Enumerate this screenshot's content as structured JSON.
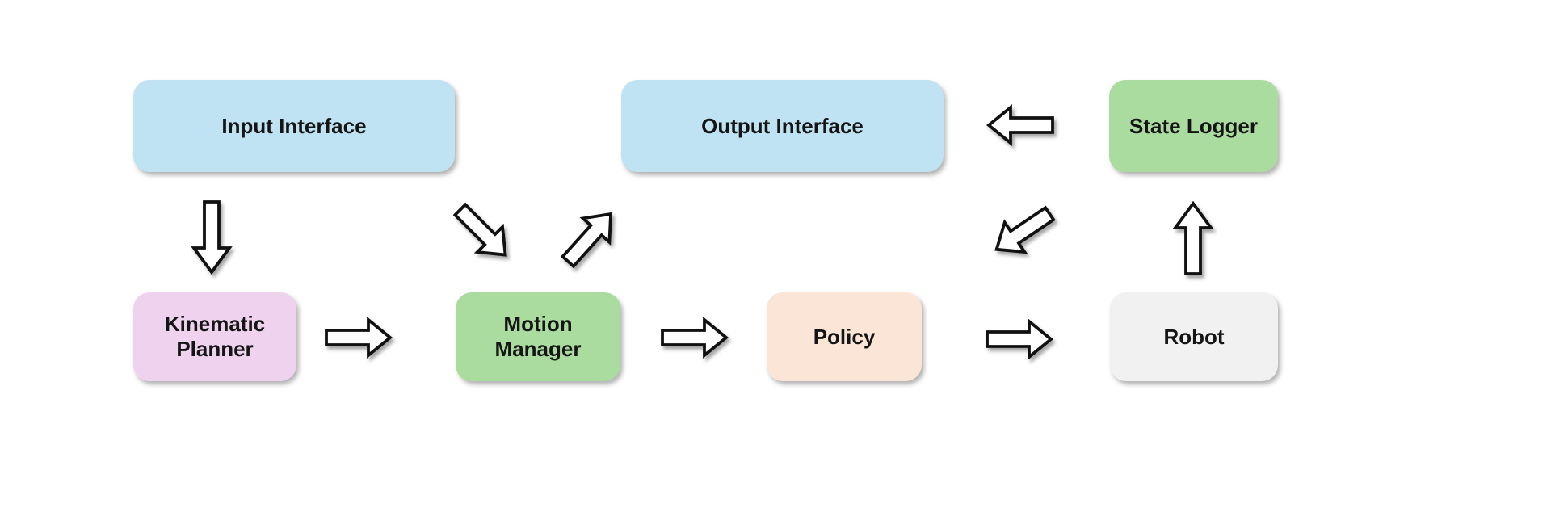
{
  "palette": {
    "canvas-bg": "#ffffff",
    "node-blue": "#bfe3f2",
    "node-green": "#abdc9f",
    "node-pink": "#efd3ee",
    "node-peach": "#fbe5d7",
    "node-gray": "#f1f1f1",
    "arrow-fill": "#ffffff",
    "arrow-stroke": "#111111",
    "label-color": "#151515"
  },
  "nodes": {
    "input_interface": {
      "label": "Input Interface",
      "color_key": "node-blue"
    },
    "output_interface": {
      "label": "Output Interface",
      "color_key": "node-blue"
    },
    "state_logger": {
      "label": "State Logger",
      "color_key": "node-green"
    },
    "kinematic_planner": {
      "label": "Kinematic Planner",
      "color_key": "node-pink"
    },
    "motion_manager": {
      "label": "Motion Manager",
      "color_key": "node-green"
    },
    "policy": {
      "label": "Policy",
      "color_key": "node-peach"
    },
    "robot": {
      "label": "Robot",
      "color_key": "node-gray"
    }
  },
  "edges": [
    {
      "from": "Input Interface",
      "to": "Kinematic Planner",
      "direction": "down"
    },
    {
      "from": "Input Interface",
      "to": "Motion Manager",
      "direction": "down-right"
    },
    {
      "from": "Kinematic Planner",
      "to": "Motion Manager",
      "direction": "right"
    },
    {
      "from": "Motion Manager",
      "to": "Output Interface",
      "direction": "up-right"
    },
    {
      "from": "Motion Manager",
      "to": "Policy",
      "direction": "right"
    },
    {
      "from": "Policy",
      "to": "Robot",
      "direction": "right"
    },
    {
      "from": "Robot",
      "to": "State Logger",
      "direction": "up"
    },
    {
      "from": "State Logger",
      "to": "Output Interface",
      "direction": "left"
    },
    {
      "from": "State Logger",
      "to": "Policy",
      "direction": "down-left"
    }
  ]
}
